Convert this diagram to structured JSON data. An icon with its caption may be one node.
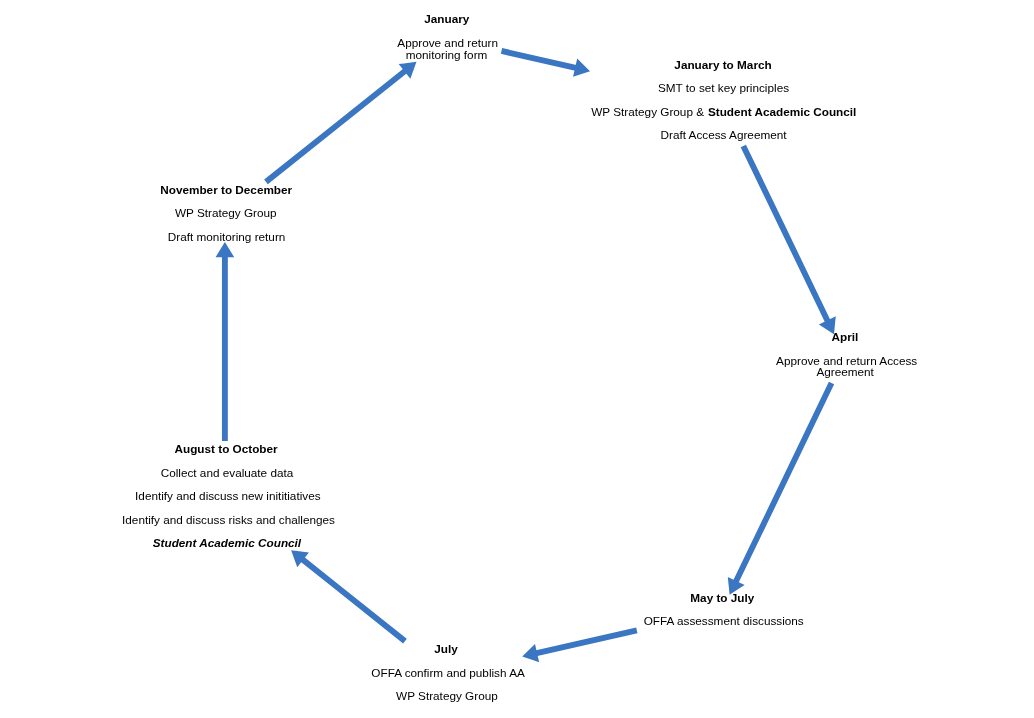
{
  "diagram": {
    "nodes": [
      {
        "text": [
          "May to July",
          "OFFA assessment discussions"
        ]
      },
      {
        "text": [
          "July",
          "OFFA confirm and publish AA",
          "WP Strategy Group"
        ]
      },
      {
        "text": [
          "August to October",
          "Collect and evaluate data",
          "Identify and discuss new inititiatives",
          "Identify and discuss risks and challenges",
          "Student Academic Council"
        ]
      },
      {
        "text": [
          "April",
          "Approve and return Access Agreement"
        ]
      },
      {
        "text": [
          "January to March",
          "SMT to set key principles",
          "WP Strategy Group & **Student Academic Council**",
          "Draft Access Agreement"
        ]
      },
      {
        "text": [
          "November to December",
          "WP Strategy Group",
          "Draft monitoring return"
        ]
      },
      {
        "text": [
          "January",
          "Approve and return monitoring form"
        ]
      }
    ],
    "edges": [
      {
        "from": 0,
        "to": 1,
        "arrow": "to"
      },
      {
        "from": 1,
        "to": 2,
        "arrow": "to"
      },
      {
        "from": 2,
        "to": 5,
        "arrow": "to"
      },
      {
        "from": 5,
        "to": 6,
        "arrow": "to"
      },
      {
        "from": 6,
        "to": 4,
        "arrow": "to"
      },
      {
        "from": 4,
        "to": 3,
        "arrow": "to"
      },
      {
        "from": 3,
        "to": 0,
        "arrow": "to"
      }
    ]
  }
}
